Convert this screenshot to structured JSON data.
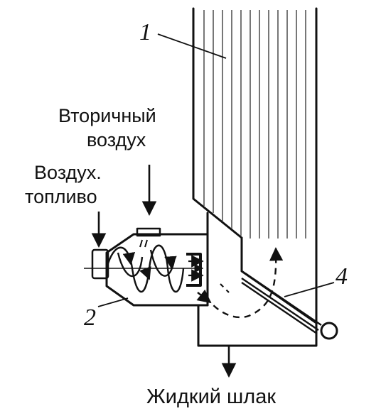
{
  "labels": {
    "secondary_air_line1": "Вторичный",
    "secondary_air_line2": "воздух",
    "air_fuel_line1": "Воздух.",
    "air_fuel_line2": "топливо",
    "liquid_slag": "Жидкий шлак"
  },
  "callouts": {
    "one": "1",
    "two": "2",
    "four": "4"
  },
  "colors": {
    "ink": "#111111",
    "flow_dash": "#111111"
  }
}
